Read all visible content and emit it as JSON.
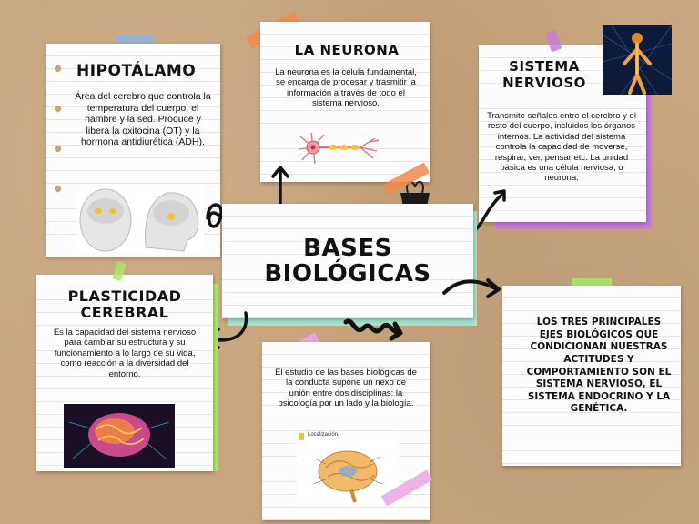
{
  "hipotalamo": {
    "title": "HIPOTÁLAMO",
    "body": "Área del cerebro que controla la temperatura del cuerpo, el hambre y la sed. Produce y libera la oxitocina (OT) y la hormona antidiurética (ADH)."
  },
  "neurona": {
    "title": "LA NEURONA",
    "body": "La neurona es la célula fundamental, se encarga de procesar y trasmitir la información a través de todo el sistema nervioso."
  },
  "sistema_nervioso": {
    "title_line1": "SISTEMA",
    "title_line2": "NERVIOSO",
    "body": "Transmite señales entre el cerebro y el resto del cuerpo, incluidos los órganos internos. La actividad del sistema controla la capacidad de moverse, respirar, ver, pensar etc. La unidad básica es una célula nerviosa, o neurona."
  },
  "center": {
    "title_line1": "BASES",
    "title_line2": "BIOLÓGICAS"
  },
  "plasticidad": {
    "title_line1": "PLASTICIDAD",
    "title_line2": "CEREBRAL",
    "body": "Es la capacidad del sistema nervioso para cambiar su estructura y su funcionamiento a lo largo de su vida, como reacción a la diversidad del entorno."
  },
  "estudio": {
    "body": "El estudio de las bases biológicas de la conducta supone un nexo de unión entre dos disciplinas: la psicología por un lado y la biología.",
    "image_caption": "Localización."
  },
  "tres_ejes": {
    "body": "LOS TRES PRINCIPALES EJES BIOLÓGICOS QUE CONDICIONAN NUESTRAS ACTITUDES Y COMPORTAMIENTO SON EL SISTEMA NERVIOSO, EL SISTEMA ENDOCRINO Y LA GENÉTICA."
  },
  "colors": {
    "background": "#c8a57e",
    "tape_blue": "#8fb2d6",
    "tape_orange": "#f08a4b",
    "tape_pink": "#e9a6e6",
    "tape_green": "#a8e86a",
    "accent_purple": "#c77ddb",
    "accent_mint": "#a7e3cf"
  }
}
